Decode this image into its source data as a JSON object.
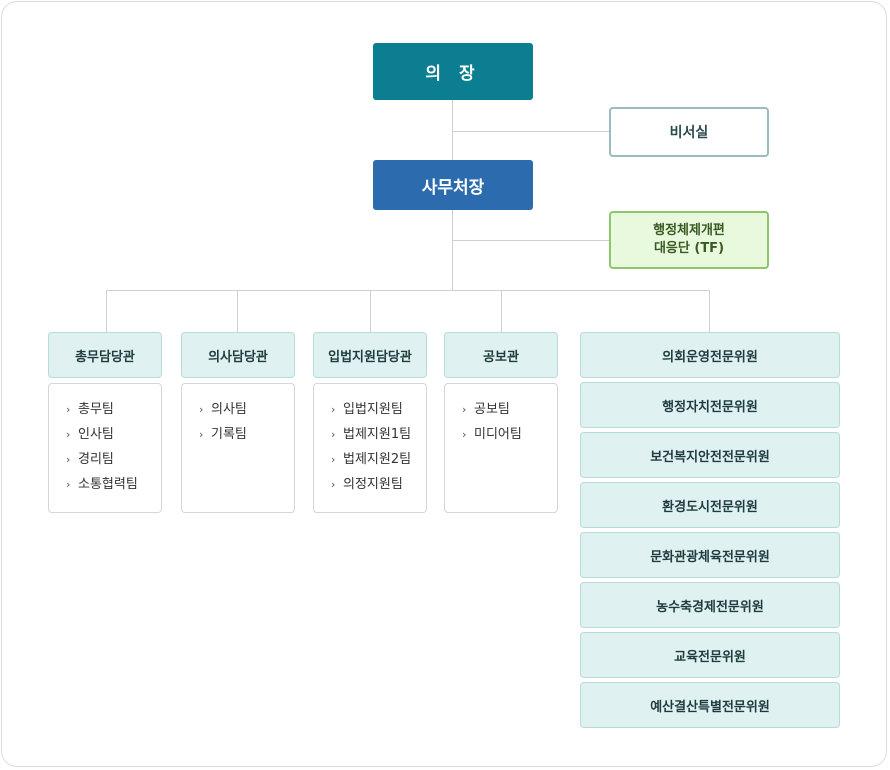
{
  "chart": {
    "chairman": "의 장",
    "secretary_general": "사무처장",
    "secretariat_office": "비서실",
    "tf": {
      "line1": "행정체제개편",
      "line2": "대응단 (TF)"
    },
    "departments": [
      {
        "title": "총무담당관",
        "teams": [
          "총무팀",
          "인사팀",
          "경리팀",
          "소통협력팀"
        ]
      },
      {
        "title": "의사담당관",
        "teams": [
          "의사팀",
          "기록팀"
        ]
      },
      {
        "title": "입법지원담당관",
        "teams": [
          "입법지원팀",
          "법제지원1팀",
          "법제지원2팀",
          "의정지원팀"
        ]
      },
      {
        "title": "공보관",
        "teams": [
          "공보팀",
          "미디어팀"
        ]
      }
    ],
    "committees": [
      "의회운영전문위원",
      "행정자치전문위원",
      "보건복지안전전문위원",
      "환경도시전문위원",
      "문화관광체육전문위원",
      "농수축경제전문위원",
      "교육전문위원",
      "예산결산특별전문위원"
    ],
    "colors": {
      "chairman": "#0b7f91",
      "secretary_general": "#2c6cae",
      "tf_fill": "#e9f9de",
      "dept_fill": "#dff2f1"
    }
  }
}
